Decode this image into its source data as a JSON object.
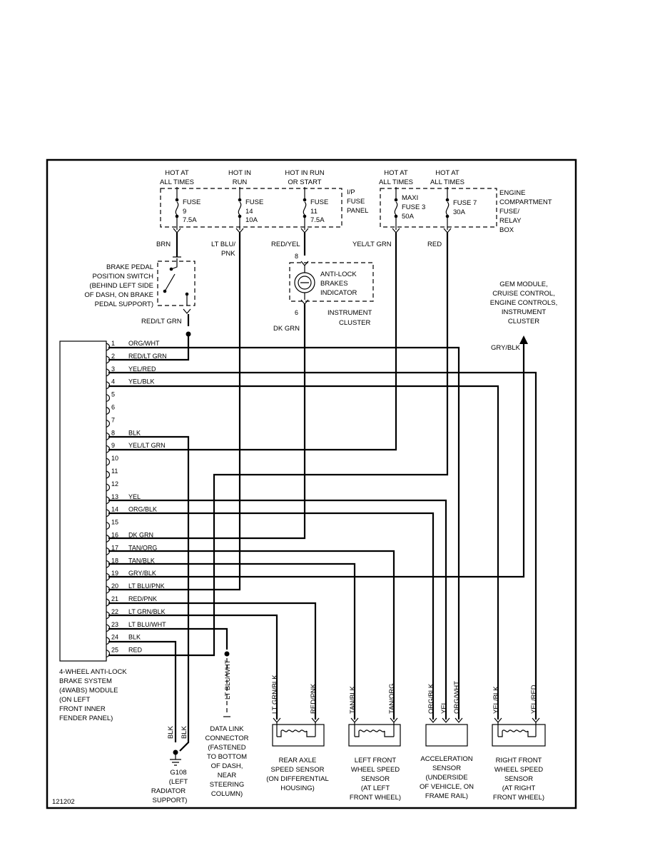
{
  "figure_id": "121202",
  "power_sources": {
    "hot_at_all_times_1": [
      "HOT AT",
      "ALL TIMES"
    ],
    "hot_in_run": [
      "HOT IN",
      "RUN"
    ],
    "hot_in_run_or_start": [
      "HOT IN RUN",
      "OR START"
    ],
    "hot_at_all_times_2": [
      "HOT AT",
      "ALL TIMES"
    ],
    "hot_at_all_times_3": [
      "HOT AT",
      "ALL TIMES"
    ]
  },
  "fuses": {
    "fuse9": [
      "FUSE",
      "9",
      "7.5A"
    ],
    "fuse14": [
      "FUSE",
      "14",
      "10A"
    ],
    "fuse11": [
      "FUSE",
      "11",
      "7.5A"
    ],
    "maxi_fuse3": [
      "MAXI",
      "FUSE 3",
      "50A"
    ],
    "fuse7": [
      "FUSE 7",
      "30A"
    ]
  },
  "ip_fuse_panel": [
    "I/P",
    "FUSE",
    "PANEL"
  ],
  "engine_box": [
    "ENGINE",
    "COMPARTMENT",
    "FUSE/",
    "RELAY",
    "BOX"
  ],
  "wires": {
    "brn": "BRN",
    "lt_blu_pnk": [
      "LT BLU/",
      "PNK"
    ],
    "red_yel": "RED/YEL",
    "yel_lt_grn": "YEL/LT GRN",
    "red": "RED",
    "red_lt_grn": "RED/LT GRN",
    "dk_grn": "DK GRN",
    "gry_blk": "GRY/BLK",
    "lt_blu_wht": "LT BLU/WHT",
    "blk_a": "BLK",
    "blk_b": "BLK"
  },
  "cluster_pins": {
    "in": "8",
    "out": "6"
  },
  "brake_switch": [
    "BRAKE PEDAL",
    "POSITION SWITCH",
    "(BEHIND LEFT SIDE",
    "OF DASH, ON BRAKE",
    "PEDAL SUPPORT)"
  ],
  "indicator": [
    "ANTI-LOCK",
    "BRAKES",
    "INDICATOR"
  ],
  "instrument_cluster": [
    "INSTRUMENT",
    "CLUSTER"
  ],
  "gem_module": [
    "GEM MODULE,",
    "CRUISE CONTROL,",
    "ENGINE CONTROLS,",
    "INSTRUMENT",
    "CLUSTER"
  ],
  "module_label": [
    "4-WHEEL ANTI-LOCK",
    "BRAKE SYSTEM",
    "(4WABS) MODULE",
    "(ON LEFT",
    "FRONT INNER",
    "FENDER PANEL)"
  ],
  "module_pins": [
    {
      "num": "1",
      "color": "ORG/WHT"
    },
    {
      "num": "2",
      "color": "RED/LT GRN"
    },
    {
      "num": "3",
      "color": "YEL/RED"
    },
    {
      "num": "4",
      "color": "YEL/BLK"
    },
    {
      "num": "5",
      "color": ""
    },
    {
      "num": "6",
      "color": ""
    },
    {
      "num": "7",
      "color": ""
    },
    {
      "num": "8",
      "color": "BLK"
    },
    {
      "num": "9",
      "color": "YEL/LT GRN"
    },
    {
      "num": "10",
      "color": ""
    },
    {
      "num": "11",
      "color": ""
    },
    {
      "num": "12",
      "color": ""
    },
    {
      "num": "13",
      "color": "YEL"
    },
    {
      "num": "14",
      "color": "ORG/BLK"
    },
    {
      "num": "15",
      "color": ""
    },
    {
      "num": "16",
      "color": "DK GRN"
    },
    {
      "num": "17",
      "color": "TAN/ORG"
    },
    {
      "num": "18",
      "color": "TAN/BLK"
    },
    {
      "num": "19",
      "color": "GRY/BLK"
    },
    {
      "num": "20",
      "color": "LT BLU/PNK"
    },
    {
      "num": "21",
      "color": "RED/PNK"
    },
    {
      "num": "22",
      "color": "LT GRN/BLK"
    },
    {
      "num": "23",
      "color": "LT BLU/WHT"
    },
    {
      "num": "24",
      "color": "BLK"
    },
    {
      "num": "25",
      "color": "RED"
    }
  ],
  "ground": [
    "G108",
    "(LEFT",
    "RADIATOR",
    "SUPPORT)"
  ],
  "dlc": [
    "DATA LINK",
    "CONNECTOR",
    "(FASTENED",
    "TO BOTTOM",
    "OF DASH,",
    "NEAR",
    "STEERING",
    "COLUMN)"
  ],
  "sensors": {
    "rear_axle": {
      "wires": [
        "LT GRN/BLK",
        "RED/PNK"
      ],
      "label": [
        "REAR AXLE",
        "SPEED SENSOR",
        "(ON DIFFERENTIAL",
        "HOUSING)"
      ]
    },
    "left_front": {
      "wires": [
        "TAN/BLK",
        "TAN/ORG"
      ],
      "label": [
        "LEFT FRONT",
        "WHEEL SPEED",
        "SENSOR",
        "(AT LEFT",
        "FRONT WHEEL)"
      ]
    },
    "accel": {
      "wires": [
        "ORG/BLK",
        "YEL",
        "ORG/WHT"
      ],
      "label": [
        "ACCELERATION",
        "SENSOR",
        "(UNDERSIDE",
        "OF VEHICLE, ON",
        "FRAME RAIL)"
      ]
    },
    "right_front": {
      "wires": [
        "YEL/BLK",
        "YEL/RED"
      ],
      "label": [
        "RIGHT FRONT",
        "WHEEL SPEED",
        "SENSOR",
        "(AT RIGHT",
        "FRONT WHEEL)"
      ]
    }
  }
}
